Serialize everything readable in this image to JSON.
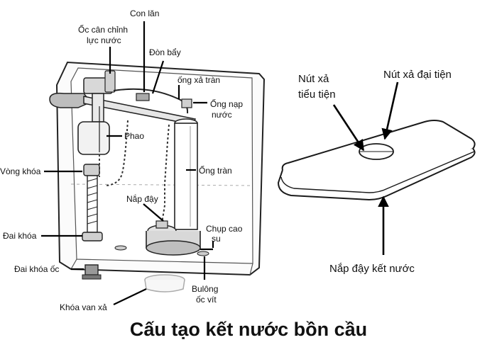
{
  "title": "Cấu tạo kết nước bồn cầu",
  "tank_labels": {
    "con_lan": "Con lăn",
    "oc_can_chinh_1": "Ốc cân chỉnh",
    "oc_can_chinh_2": "lực nước",
    "don_bay": "Đòn bẩy",
    "ong_xa_tran": "ống xả tràn",
    "ong_nap_1": "Ống nạp",
    "ong_nap_2": "nước",
    "phao": "Phao",
    "vong_khoa": "Vòng khóa",
    "ong_tran": "Ống tràn",
    "nap_day": "Nắp đậy",
    "dai_khoa": "Đai khóa",
    "chup_cao_su_1": "Chụp cao",
    "chup_cao_su_2": "su",
    "dai_khoa_oc": "Đai khóa ốc",
    "bulong_1": "Bulông",
    "bulong_2": "ốc vít",
    "khoa_van_xa": "Khóa van xả"
  },
  "lid_labels": {
    "nut_xa_tieu_1": "Nút xả",
    "nut_xa_tieu_2": "tiểu tiện",
    "nut_xa_dai": "Nút xả đại tiện",
    "nap_day_ket": "Nắp đậy kết nước"
  }
}
